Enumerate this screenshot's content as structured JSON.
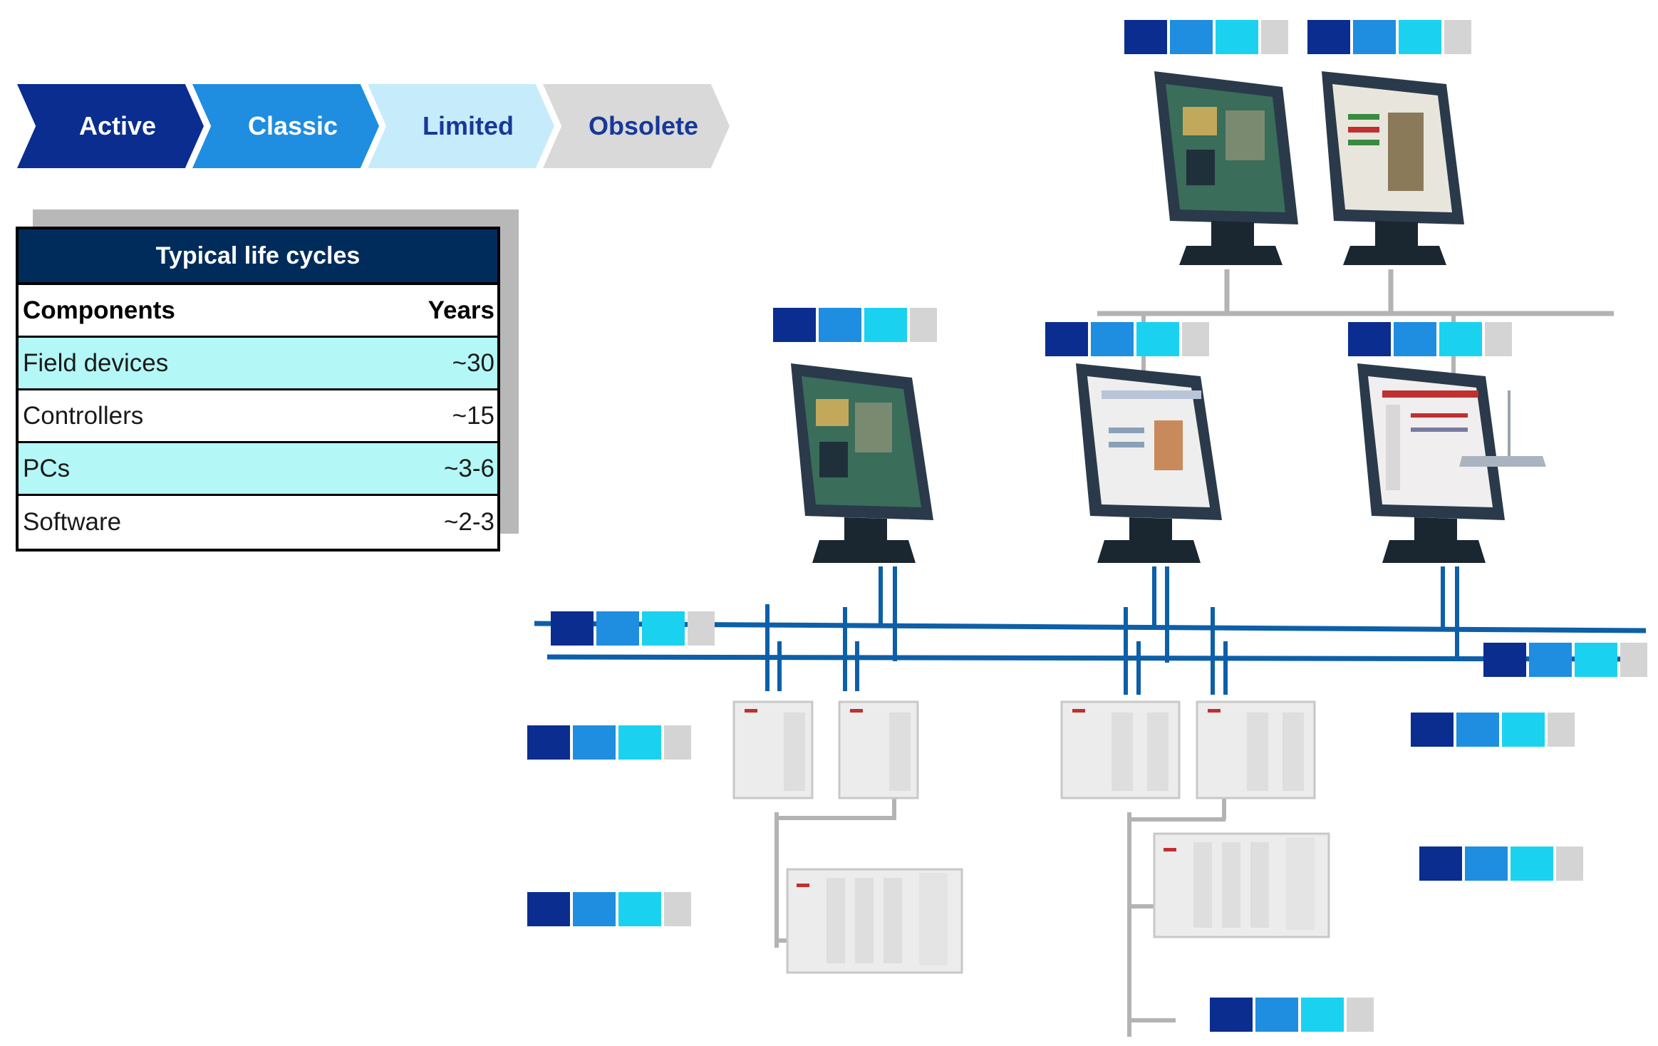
{
  "phases": [
    {
      "label": "Active",
      "color": "#0a2d8f",
      "text_color": "#ffffff"
    },
    {
      "label": "Classic",
      "color": "#1f8de0",
      "text_color": "#ffffff"
    },
    {
      "label": "Limited",
      "color": "#c6ecfb",
      "text_color": "#17389a"
    },
    {
      "label": "Obsolete",
      "color": "#d9d9d9",
      "text_color": "#17389a"
    }
  ],
  "lifecycle_table": {
    "title": "Typical life cycles",
    "col_component": "Components",
    "col_years": "Years",
    "rows": [
      {
        "component": "Field devices",
        "years": "~30",
        "highlight": true
      },
      {
        "component": "Controllers",
        "years": "~15",
        "highlight": false
      },
      {
        "component": "PCs",
        "years": "~3-6",
        "highlight": true
      },
      {
        "component": "Software",
        "years": "~2-3",
        "highlight": false
      }
    ],
    "highlight_color": "#b4f7f7"
  },
  "legend_bar_colors": [
    "#0a2d8f",
    "#1f8de0",
    "#1ad2f0",
    "#d4d4d4"
  ],
  "colors": {
    "bus": "#0d5fa8",
    "gray_line": "#b3b3b3",
    "monitor_frame": "#2a3a4a",
    "controller_body": "#ececec"
  }
}
